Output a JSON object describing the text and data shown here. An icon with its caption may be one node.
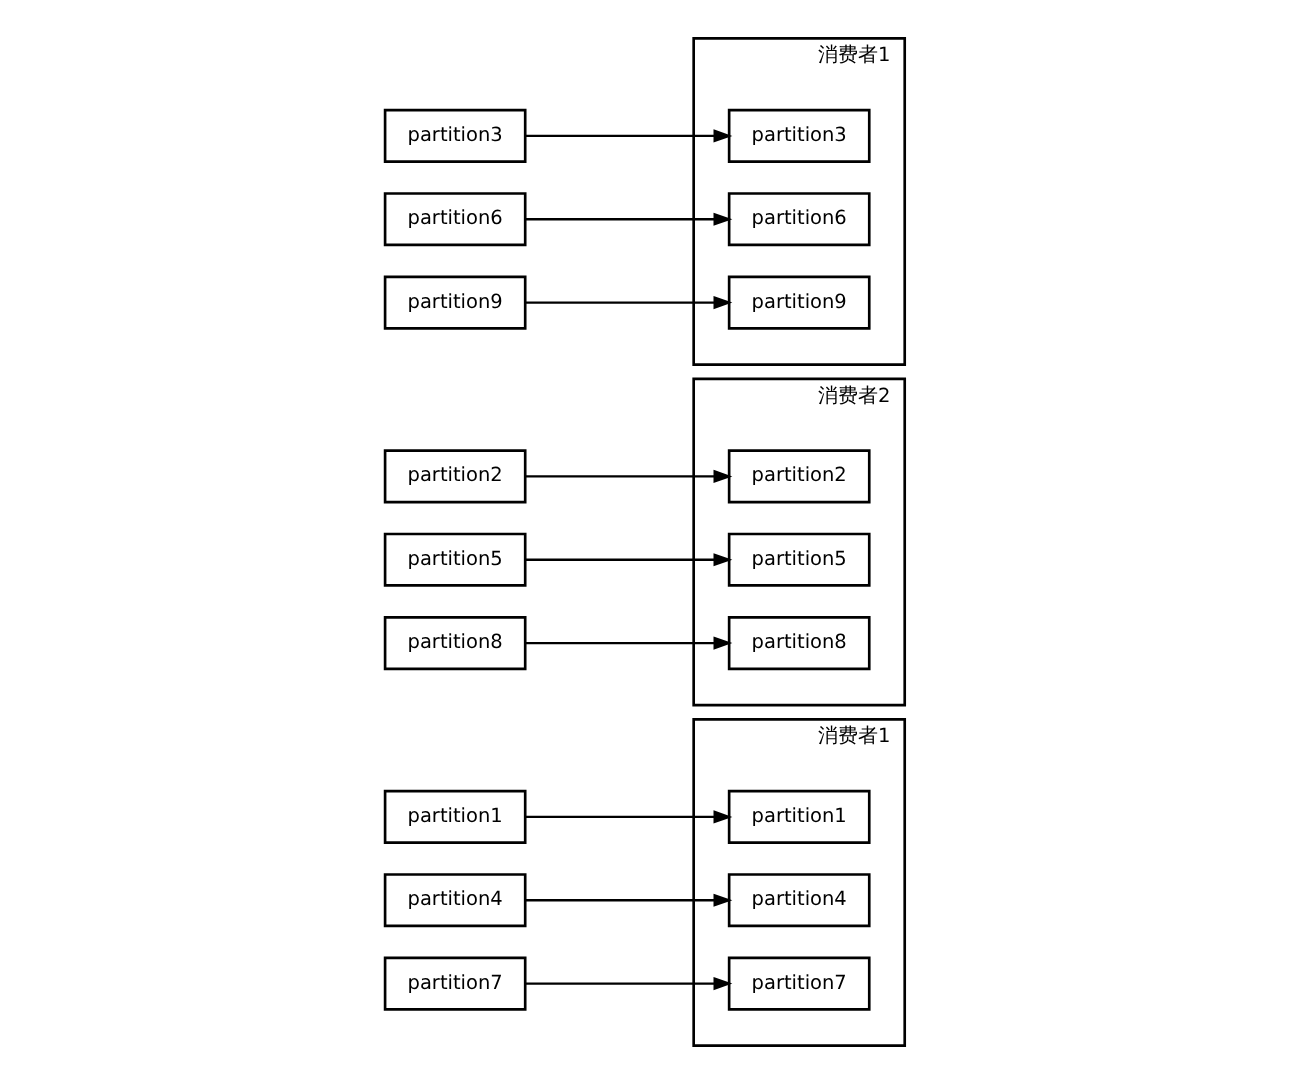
{
  "diagram": {
    "nodes": [
      {
        "text": [
          "partition1"
        ]
      },
      {
        "text": [
          "partition2"
        ]
      },
      {
        "text": [
          "partition3"
        ]
      },
      {
        "text": [
          "partition4"
        ]
      },
      {
        "text": [
          "partition5"
        ]
      },
      {
        "text": [
          "partition6"
        ]
      },
      {
        "text": [
          "partition7"
        ]
      },
      {
        "text": [
          "partition8"
        ]
      },
      {
        "text": [
          "partition9"
        ]
      },
      {
        "text": [
          "消费者1"
        ]
      },
      {
        "text": [
          "partition1"
        ],
        "in": 9
      },
      {
        "text": [
          "partition4"
        ],
        "in": 9
      },
      {
        "text": [
          "partition7"
        ],
        "in": 9
      },
      {
        "text": [
          "消费者2"
        ]
      },
      {
        "text": [
          "partition2"
        ],
        "in": 13
      },
      {
        "text": [
          "partition5"
        ],
        "in": 13
      },
      {
        "text": [
          "partition8"
        ],
        "in": 13
      },
      {
        "text": [
          "消费者1"
        ]
      },
      {
        "text": [
          "partition3"
        ],
        "in": 17
      },
      {
        "text": [
          "partition6"
        ],
        "in": 17
      },
      {
        "text": [
          "partition9"
        ],
        "in": 17
      }
    ],
    "edges": [
      {
        "from": 0,
        "to": 10,
        "arrow": "to"
      },
      {
        "from": 1,
        "to": 14,
        "arrow": "to"
      },
      {
        "from": 2,
        "to": 18,
        "arrow": "to"
      },
      {
        "from": 3,
        "to": 11,
        "arrow": "to"
      },
      {
        "from": 4,
        "to": 15,
        "arrow": "to"
      },
      {
        "from": 5,
        "to": 19,
        "arrow": "to"
      },
      {
        "from": 6,
        "to": 12,
        "arrow": "to"
      },
      {
        "from": 7,
        "to": 16,
        "arrow": "to"
      },
      {
        "from": 8,
        "to": 20,
        "arrow": "to"
      }
    ]
  }
}
